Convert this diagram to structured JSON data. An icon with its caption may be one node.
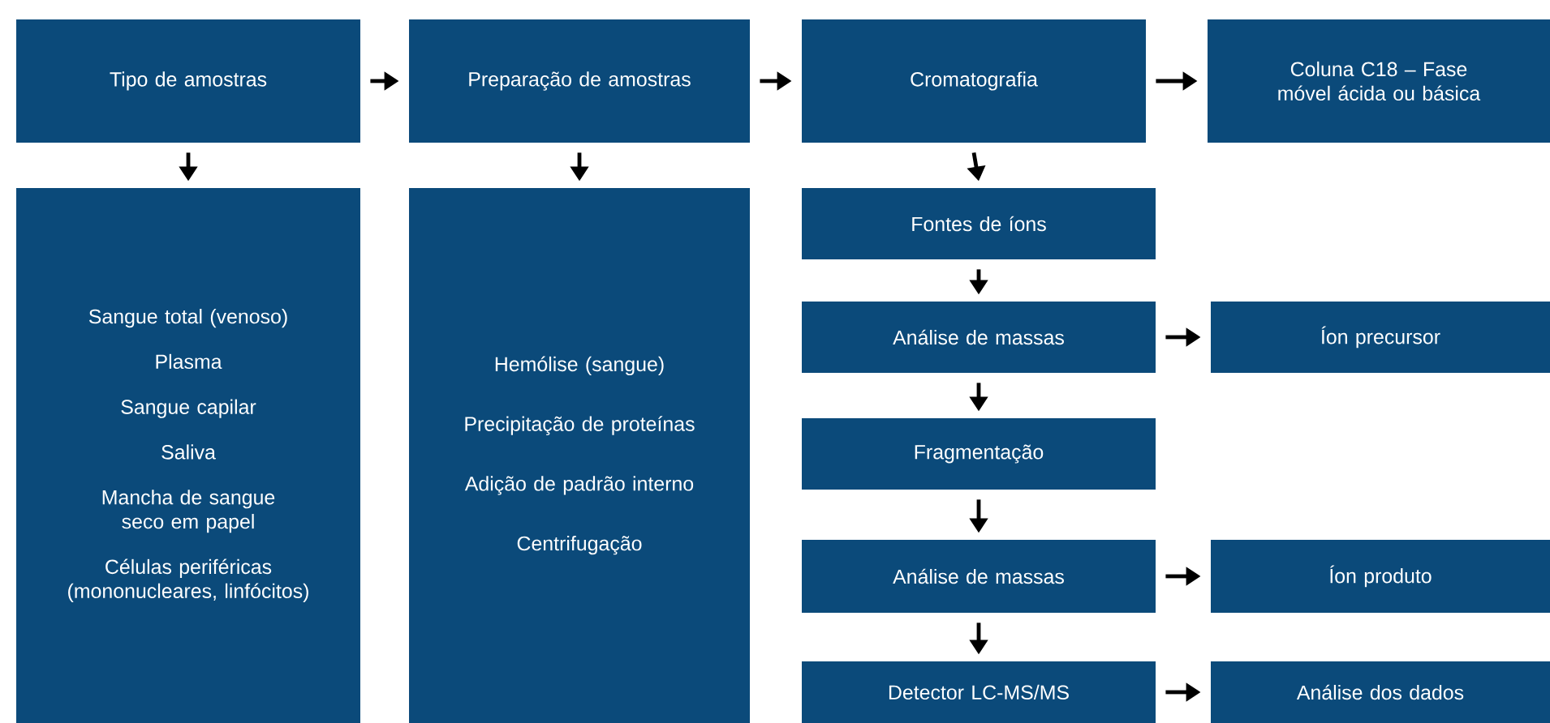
{
  "diagram": {
    "nodes": [
      {
        "text": [
          "Tipo de amostras"
        ]
      },
      {
        "text": [
          "Preparação de amostras"
        ]
      },
      {
        "text": [
          "Cromatografia"
        ]
      },
      {
        "text": [
          "Coluna C18 – Fase móvel ácida ou básica"
        ]
      },
      {
        "text": [
          "Sangue total (venoso)",
          "Plasma",
          "Sangue capilar",
          "Saliva",
          "Mancha de sangue seco em papel",
          "Células periféricas (mononucleares, linfócitos)"
        ]
      },
      {
        "text": [
          "Hemólise (sangue)",
          "Precipitação de proteínas",
          "Adição de padrão interno",
          "Centrifugação"
        ]
      },
      {
        "text": [
          "Fontes de íons"
        ]
      },
      {
        "text": [
          "Análise de massas"
        ]
      },
      {
        "text": [
          "Íon precursor"
        ]
      },
      {
        "text": [
          "Fragmentação"
        ]
      },
      {
        "text": [
          "Análise de massas"
        ]
      },
      {
        "text": [
          "Íon produto"
        ]
      },
      {
        "text": [
          "Detector LC-MS/MS"
        ]
      },
      {
        "text": [
          "Análise dos dados"
        ]
      }
    ],
    "edges": [
      {
        "from": 0,
        "to": 1,
        "arrow": "to"
      },
      {
        "from": 1,
        "to": 2,
        "arrow": "to"
      },
      {
        "from": 2,
        "to": 3,
        "arrow": "to"
      },
      {
        "from": 0,
        "to": 4,
        "arrow": "to"
      },
      {
        "from": 1,
        "to": 5,
        "arrow": "to"
      },
      {
        "from": 2,
        "to": 6,
        "arrow": "to"
      },
      {
        "from": 6,
        "to": 7,
        "arrow": "to"
      },
      {
        "from": 7,
        "to": 8,
        "arrow": "to"
      },
      {
        "from": 7,
        "to": 9,
        "arrow": "to"
      },
      {
        "from": 9,
        "to": 10,
        "arrow": "to"
      },
      {
        "from": 10,
        "to": 11,
        "arrow": "to"
      },
      {
        "from": 10,
        "to": 12,
        "arrow": "to"
      },
      {
        "from": 12,
        "to": 13,
        "arrow": "to"
      }
    ]
  }
}
